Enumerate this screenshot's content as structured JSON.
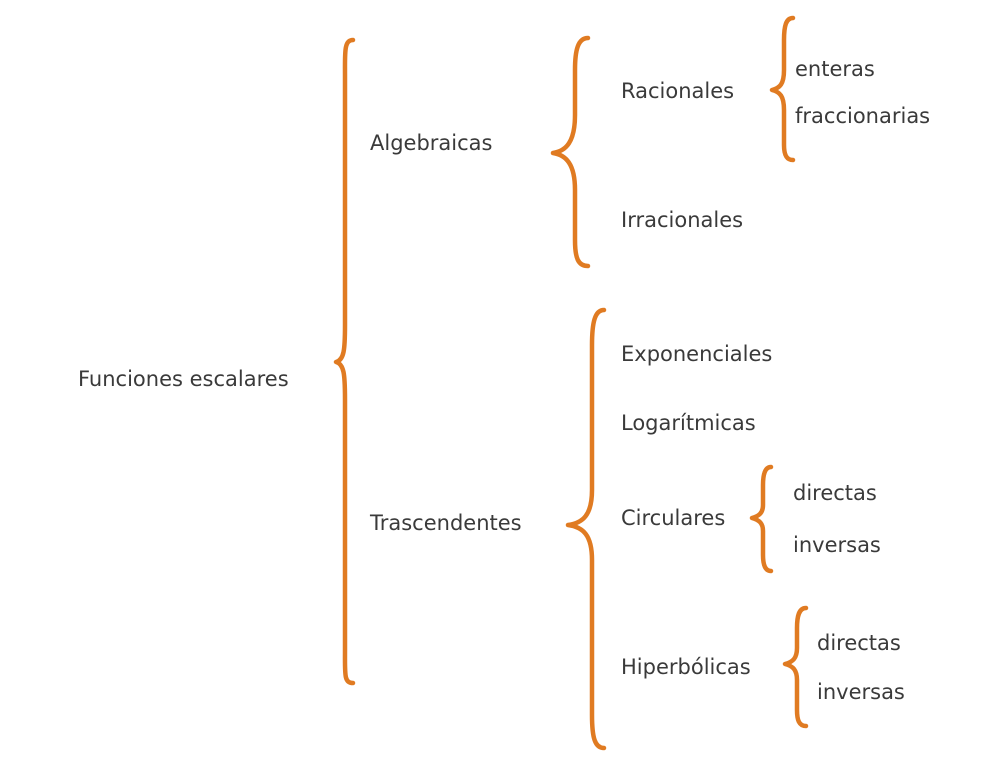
{
  "brace_color": "#e07b22",
  "text_color": "#3a3a3a",
  "root": {
    "label": "Funciones escalares"
  },
  "algebraicas": {
    "label": "Algebraicas",
    "racionales": {
      "label": "Racionales",
      "children": [
        "enteras",
        "fraccionarias"
      ]
    },
    "irracionales": {
      "label": "Irracionales"
    }
  },
  "trascendentes": {
    "label": "Trascendentes",
    "exponenciales": {
      "label": "Exponenciales"
    },
    "logaritmicas": {
      "label": "Logarítmicas"
    },
    "circulares": {
      "label": "Circulares",
      "children": [
        "directas",
        "inversas"
      ]
    },
    "hiperbolicas": {
      "label": "Hiperbólicas",
      "children": [
        "directas",
        "inversas"
      ]
    }
  }
}
